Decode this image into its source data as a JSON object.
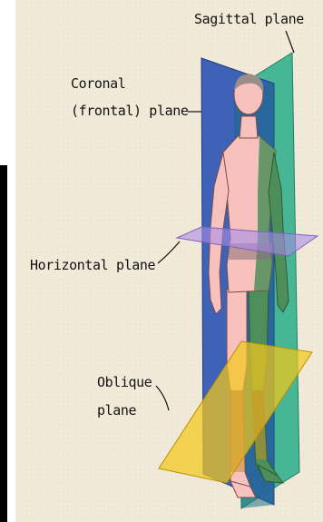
{
  "figure": {
    "labels": {
      "sagittal": "Sagittal plane",
      "coronal_line1": "Coronal",
      "coronal_line2": "(frontal) plane",
      "horizontal": "Horizontal plane",
      "oblique_line1": "Oblique",
      "oblique_line2": "plane"
    },
    "colors": {
      "background": "#f2ead9",
      "coronal_plane": "#2f57b5",
      "sagittal_plane": "#2fae8a",
      "horizontal_plane": "#a98be6",
      "oblique_plane": "#f2c81c",
      "skin": "#f7c2bd",
      "bar": "#000000"
    }
  }
}
